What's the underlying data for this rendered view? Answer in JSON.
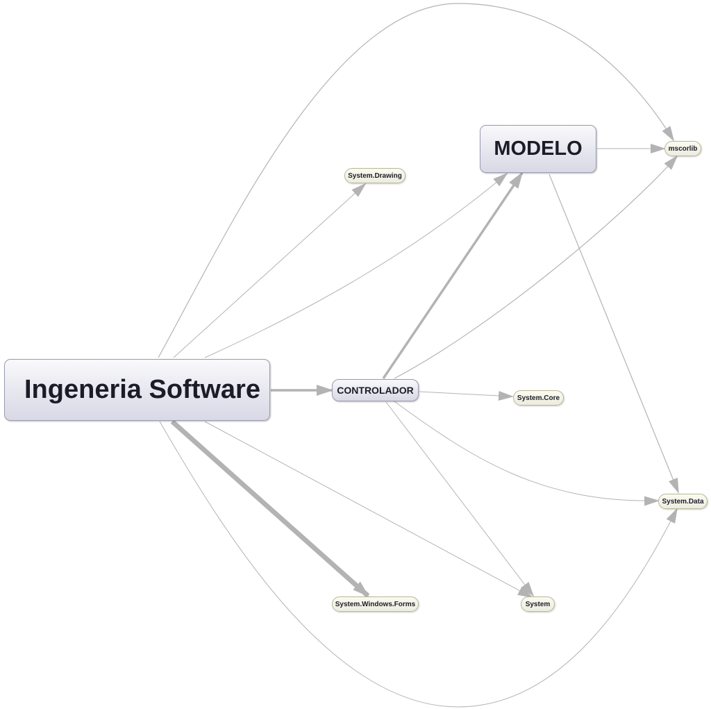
{
  "nodes": {
    "ingeneria": "Ingeneria Software",
    "modelo": "MODELO",
    "controlador": "CONTROLADOR",
    "mscorlib": "mscorlib",
    "system_drawing": "System.Drawing",
    "system_core": "System.Core",
    "system_data": "System.Data",
    "system_windows_forms": "System.Windows.Forms",
    "system": "System"
  },
  "edges": [
    {
      "from": "Ingeneria Software",
      "to": "CONTROLADOR"
    },
    {
      "from": "Ingeneria Software",
      "to": "MODELO"
    },
    {
      "from": "Ingeneria Software",
      "to": "System.Drawing"
    },
    {
      "from": "Ingeneria Software",
      "to": "mscorlib"
    },
    {
      "from": "Ingeneria Software",
      "to": "System.Windows.Forms"
    },
    {
      "from": "Ingeneria Software",
      "to": "System"
    },
    {
      "from": "Ingeneria Software",
      "to": "System.Data"
    },
    {
      "from": "CONTROLADOR",
      "to": "MODELO"
    },
    {
      "from": "CONTROLADOR",
      "to": "mscorlib"
    },
    {
      "from": "CONTROLADOR",
      "to": "System.Core"
    },
    {
      "from": "CONTROLADOR",
      "to": "System.Data"
    },
    {
      "from": "CONTROLADOR",
      "to": "System"
    },
    {
      "from": "MODELO",
      "to": "mscorlib"
    },
    {
      "from": "MODELO",
      "to": "System.Data"
    }
  ],
  "colors": {
    "edge": "#b3b3b3",
    "main_node_fill": "#e6e6ef",
    "lib_node_fill": "#f0f0e2",
    "text": "#1c1c28"
  }
}
